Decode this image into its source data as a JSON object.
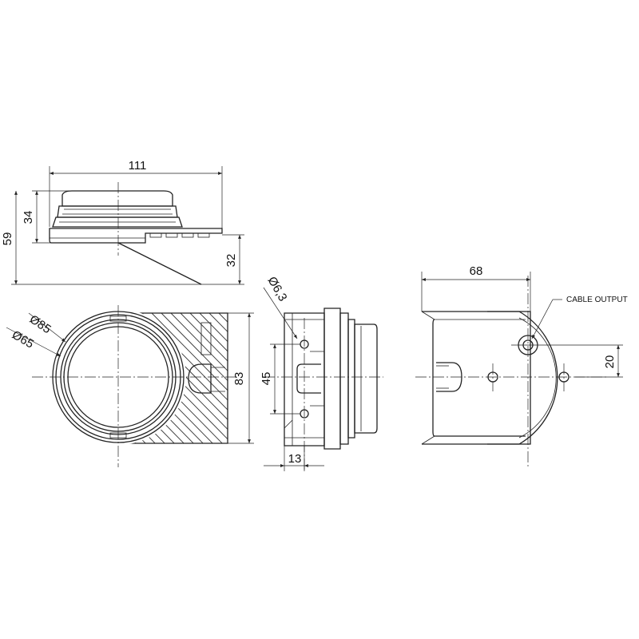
{
  "dimensions": {
    "top_width": "111",
    "top_inner_height": "34",
    "top_total_height": "59",
    "top_base_height": "32",
    "dia_outer": "Ø85",
    "dia_inner": "Ø65",
    "front_height": "83",
    "hole_dia": "Ø6,3",
    "hole_spacing": "45",
    "flange_thickness": "13",
    "bracket_width": "68",
    "cable_offset": "20"
  },
  "annotations": {
    "cable_output": "CABLE OUTPUT"
  },
  "colors": {
    "line": "#222222",
    "background": "#ffffff"
  }
}
